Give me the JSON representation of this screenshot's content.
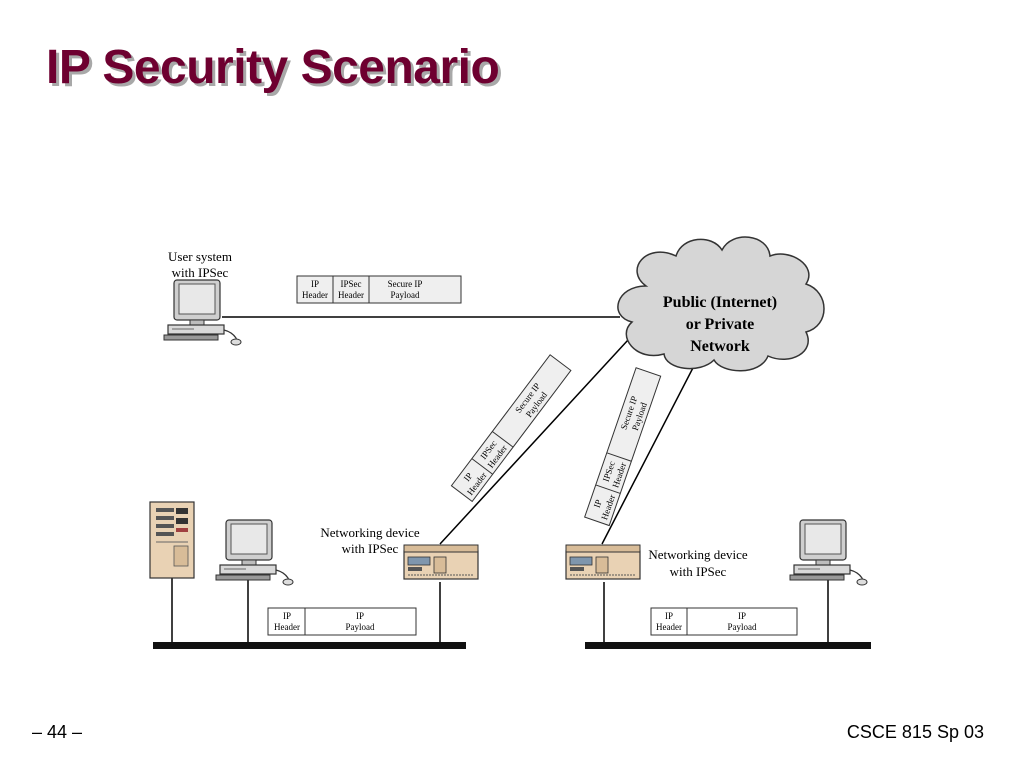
{
  "slide": {
    "title": "IP Security Scenario",
    "page_number": "– 44 –",
    "course": "CSCE 815 Sp 03"
  },
  "diagram": {
    "user_system": {
      "line1": "User system",
      "line2": "with IPSec"
    },
    "cloud": {
      "line1": "Public (Internet)",
      "line2": "or Private",
      "line3": "Network"
    },
    "left_device": {
      "line1": "Networking device",
      "line2": "with IPSec"
    },
    "right_device": {
      "line1": "Networking device",
      "line2": "with IPSec"
    },
    "secure_packet": {
      "ip_header": [
        "IP",
        "Header"
      ],
      "ipsec_header": [
        "IPSec",
        "Header"
      ],
      "secure_payload": [
        "Secure IP",
        "Payload"
      ]
    },
    "plain_packet": {
      "ip_header": [
        "IP",
        "Header"
      ],
      "ip_payload": [
        "IP",
        "Payload"
      ]
    }
  },
  "colors": {
    "title": "#6e0030",
    "cloud_fill": "#d6d6d6",
    "device_fill": "#e9d2b4",
    "monitor_fill": "#c8c8c8"
  }
}
